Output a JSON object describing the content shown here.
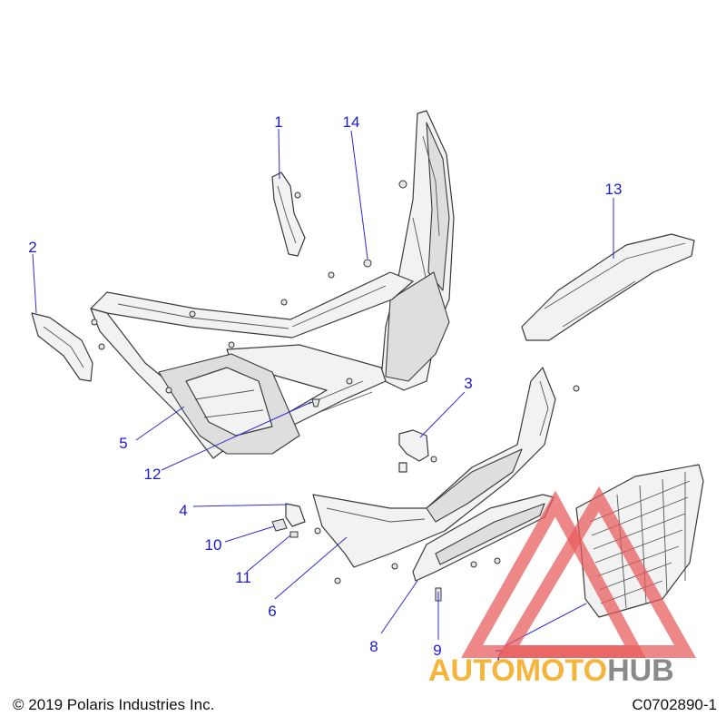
{
  "diagram": {
    "callouts": [
      "1",
      "2",
      "3",
      "4",
      "5",
      "6",
      "7",
      "8",
      "9",
      "10",
      "11",
      "12",
      "13",
      "14"
    ]
  },
  "footer": {
    "copyright": "© 2019 Polaris Industries Inc.",
    "drawing_number": "C0702890-1"
  },
  "watermark": {
    "brand_part1": "AUTOMOTO",
    "brand_part2": "HUB",
    "colors": {
      "orange": "#f5b53c",
      "red": "#e85a5a",
      "gray": "#8a8a8a"
    }
  }
}
